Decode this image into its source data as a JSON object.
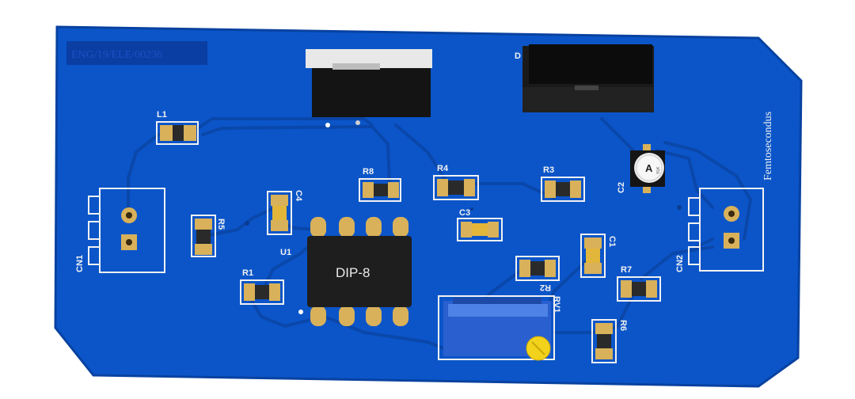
{
  "board": {
    "id_label": "ENG/19/ELE/00236",
    "brand": "Femtosecondus",
    "colors": {
      "board": "#0b55c9",
      "trace": "#0a47aa",
      "silk": "#f2f2f2",
      "pad": "#d8b15a"
    }
  },
  "designators": {
    "L1": "L1",
    "R8": "R8",
    "R4": "R4",
    "R3": "R3",
    "R5": "R5",
    "C4": "C4",
    "C3": "C3",
    "C1": "C1",
    "C2": "C2",
    "U1": "U1",
    "R1": "R1",
    "R2": "R2",
    "RV1": "RV1",
    "R7": "R7",
    "R6": "R6",
    "CN1": "CN1",
    "CN2": "CN2",
    "D1": "D"
  },
  "ic": {
    "package": "DIP-8"
  },
  "cap_mark": "A",
  "cap_sub": "YLK"
}
